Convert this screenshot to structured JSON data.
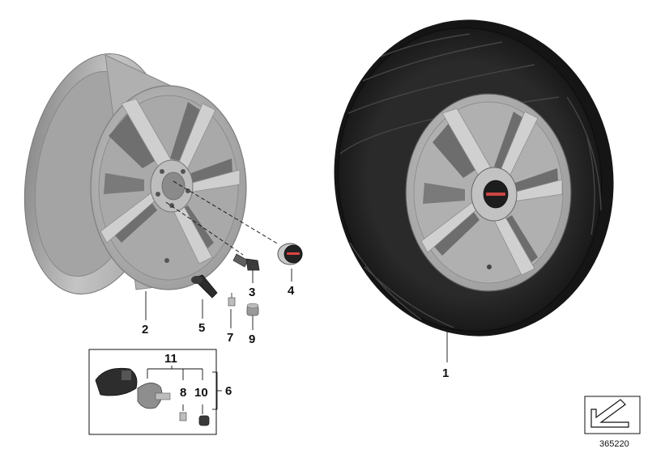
{
  "labels": {
    "p1": "1",
    "p2": "2",
    "p3": "3",
    "p4": "4",
    "p5": "5",
    "p6": "6",
    "p7": "7",
    "p8": "8",
    "p9": "9",
    "p10": "10",
    "p11": "11"
  },
  "diagram_number": "365220",
  "colors": {
    "rim": "#b9b9b9",
    "rim_dark": "#8a8a8a",
    "tire": "#1e1e1e",
    "tread": "#3a3a3a",
    "line": "#111111"
  }
}
